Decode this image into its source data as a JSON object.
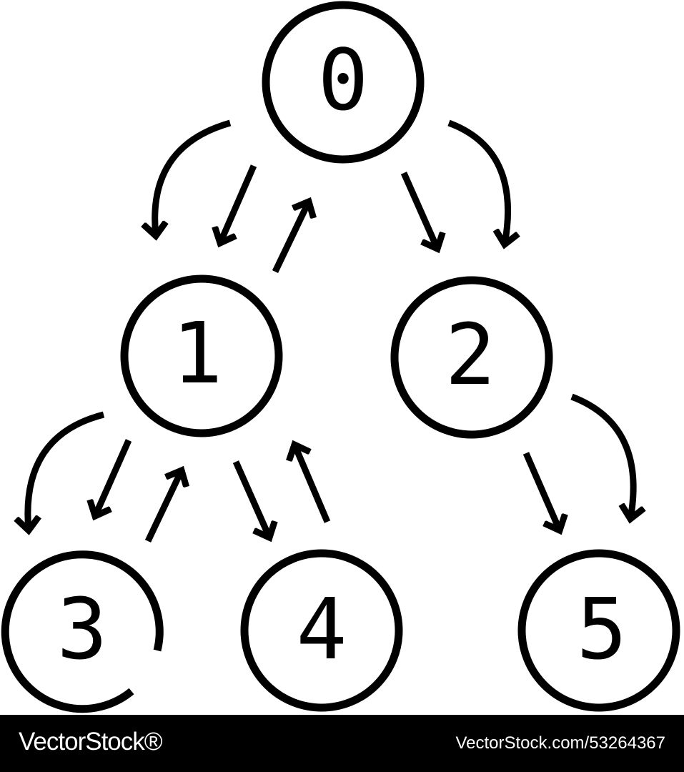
{
  "diagram": {
    "nodes": [
      {
        "id": "0",
        "label": "0"
      },
      {
        "id": "1",
        "label": "1"
      },
      {
        "id": "2",
        "label": "2"
      },
      {
        "id": "3",
        "label": "3"
      },
      {
        "id": "4",
        "label": "4"
      },
      {
        "id": "5",
        "label": "5"
      }
    ],
    "edges": [
      {
        "from": "0",
        "to": "1",
        "kind": "curved"
      },
      {
        "from": "0",
        "to": "1",
        "kind": "straight"
      },
      {
        "from": "1",
        "to": "0",
        "kind": "straight"
      },
      {
        "from": "0",
        "to": "2",
        "kind": "straight"
      },
      {
        "from": "0",
        "to": "2",
        "kind": "curved"
      },
      {
        "from": "1",
        "to": "3",
        "kind": "curved"
      },
      {
        "from": "1",
        "to": "3",
        "kind": "straight"
      },
      {
        "from": "3",
        "to": "1",
        "kind": "straight"
      },
      {
        "from": "1",
        "to": "4",
        "kind": "straight"
      },
      {
        "from": "4",
        "to": "1",
        "kind": "straight"
      },
      {
        "from": "2",
        "to": "5",
        "kind": "straight"
      },
      {
        "from": "2",
        "to": "5",
        "kind": "curved"
      }
    ],
    "colors": {
      "stroke": "#000000",
      "background": "#ffffff"
    }
  },
  "footer": {
    "brand": "VectorStock®",
    "stock_id": "VectorStock.com/53264367",
    "background": "#000000",
    "text_color": "#ffffff"
  }
}
